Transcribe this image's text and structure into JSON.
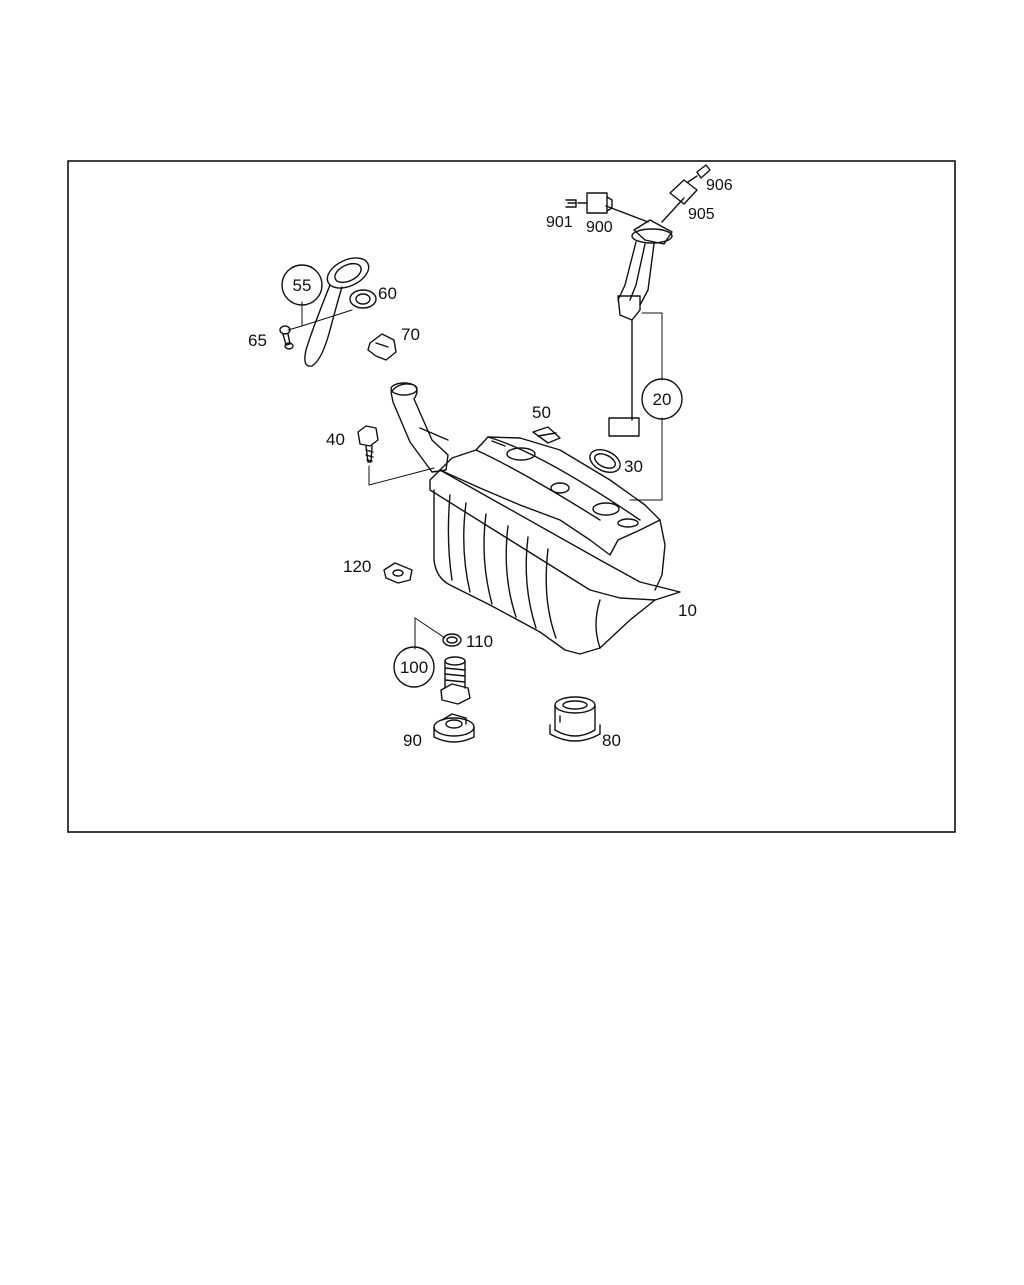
{
  "diagram": {
    "callouts": {
      "c10": "10",
      "c20": "20",
      "c30": "30",
      "c40": "40",
      "c50": "50",
      "c55": "55",
      "c60": "60",
      "c65": "65",
      "c70": "70",
      "c80": "80",
      "c90": "90",
      "c100": "100",
      "c110": "110",
      "c120": "120",
      "c900": "900",
      "c901": "901",
      "c905": "905",
      "c906": "906"
    }
  }
}
